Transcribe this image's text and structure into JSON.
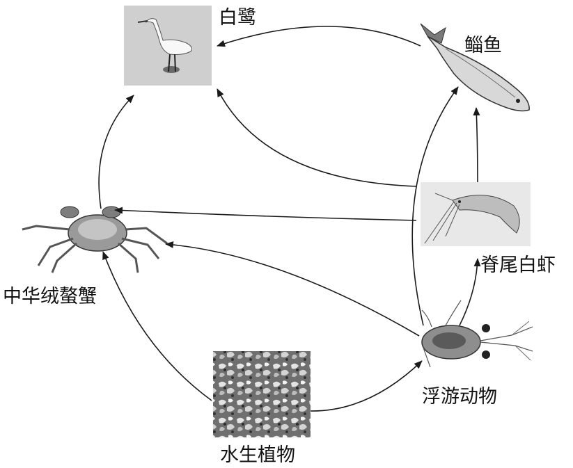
{
  "organisms": {
    "egret": "白鹭",
    "mullet": "鲻鱼",
    "shrimp": "脊尾白虾",
    "crab": "中华绒螯蟹",
    "zooplankton": "浮游动物",
    "plants": "水生植物"
  },
  "relations": [
    {
      "from": "plants",
      "to": "crab"
    },
    {
      "from": "plants",
      "to": "zooplankton"
    },
    {
      "from": "zooplankton",
      "to": "crab"
    },
    {
      "from": "zooplankton",
      "to": "shrimp"
    },
    {
      "from": "zooplankton",
      "to": "mullet"
    },
    {
      "from": "shrimp",
      "to": "mullet"
    },
    {
      "from": "shrimp",
      "to": "crab"
    },
    {
      "from": "shrimp",
      "to": "egret"
    },
    {
      "from": "crab",
      "to": "egret"
    },
    {
      "from": "mullet",
      "to": "egret"
    }
  ],
  "colors": {
    "line": "#1a1a1a",
    "photo_bg": "#cfcfcf",
    "ink": "#111111"
  }
}
